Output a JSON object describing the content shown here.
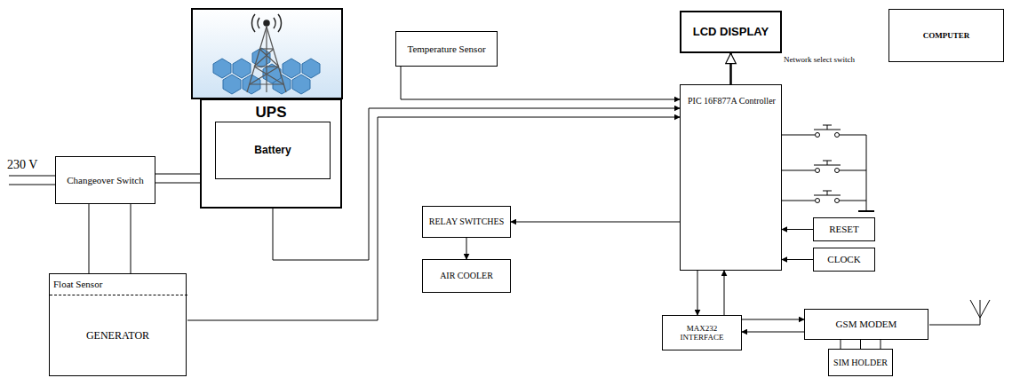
{
  "diagram": {
    "nodes": [
      {
        "text": [
          "Temperature Sensor"
        ]
      },
      {
        "text": [
          "LCD DISPLAY"
        ]
      },
      {
        "text": [
          "COMPUTER"
        ]
      },
      {
        "text": [
          "UPS"
        ]
      },
      {
        "text": [
          "Battery"
        ],
        "in": 3
      },
      {
        "text": [
          "Changeover Switch"
        ]
      },
      {
        "text": [
          "PIC 16F877A Controller"
        ]
      },
      {
        "text": [
          "RELAY SWITCHES"
        ]
      },
      {
        "text": [
          "AIR COOLER"
        ]
      },
      {
        "text": [
          "RESET"
        ]
      },
      {
        "text": [
          "CLOCK"
        ]
      },
      {
        "text": [
          "GENERATOR"
        ]
      },
      {
        "text": [
          "Float Sensor"
        ],
        "in": 11
      },
      {
        "text": [
          "MAX232 INTERFACE"
        ]
      },
      {
        "text": [
          "GSM MODEM"
        ]
      },
      {
        "text": [
          "SIM HOLDER"
        ]
      }
    ],
    "edges": [
      {
        "from": 0,
        "to": 6,
        "arrow": "to"
      },
      {
        "from": 4,
        "to": 6,
        "arrow": "to"
      },
      {
        "from": 12,
        "to": 6,
        "arrow": "to"
      },
      {
        "from": 6,
        "to": 1,
        "arrow": "to"
      },
      {
        "from": 6,
        "to": 7,
        "arrow": "to"
      },
      {
        "from": 7,
        "to": 8,
        "arrow": "to"
      },
      {
        "from": 9,
        "to": 6,
        "arrow": "to"
      },
      {
        "from": 10,
        "to": 6,
        "arrow": "to"
      },
      {
        "from": 6,
        "to": 13,
        "arrow": "to"
      },
      {
        "from": 13,
        "to": 6,
        "arrow": "to"
      },
      {
        "from": 13,
        "to": 14,
        "arrow": "to"
      },
      {
        "from": 14,
        "to": 13,
        "arrow": "to"
      },
      {
        "from": 14,
        "to": 15,
        "arrow": "none"
      },
      {
        "from": 5,
        "to": 3,
        "arrow": "none"
      },
      {
        "from": 5,
        "to": 11,
        "arrow": "none"
      }
    ],
    "labels": [
      "230 V",
      "Network select switch"
    ]
  }
}
